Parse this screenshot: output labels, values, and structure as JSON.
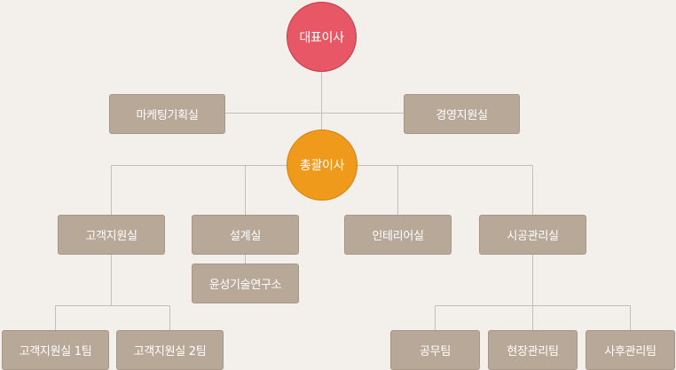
{
  "colors": {
    "background": "#f3efea",
    "box": "#b8a898",
    "ceo": "#e75766",
    "general_manager": "#f09a1c",
    "line": "#bfbfbf"
  },
  "org": {
    "ceo": "대표이사",
    "marketing": "마케팅기획실",
    "management": "경영지원실",
    "general_manager": "총괄이사",
    "customer": "고객지원실",
    "design": "설계실",
    "design_sub": "윤성기술연구소",
    "interior": "인테리어실",
    "construction": "시공관리실",
    "customer_team1": "고객지원실 1팀",
    "customer_team2": "고객지원실 2팀",
    "works_team": "공무팀",
    "site_team": "현장관리팀",
    "aftercare_team": "사후관리팀"
  }
}
